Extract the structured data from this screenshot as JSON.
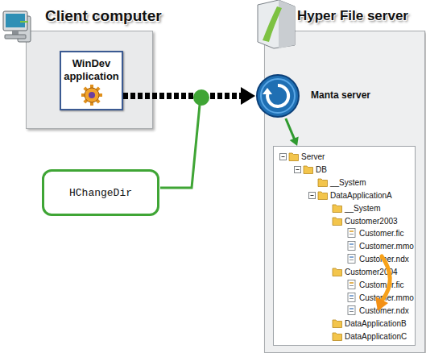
{
  "diagram": {
    "nodes": [
      {
        "text": [
          "Client computer"
        ]
      },
      {
        "text": [
          "WinDev application"
        ],
        "in": 0
      },
      {
        "text": [
          "HChangeDir"
        ]
      },
      {
        "text": [
          "Hyper File server"
        ]
      },
      {
        "text": [
          "Manta server"
        ],
        "in": 3
      },
      {
        "text": [
          "Server",
          "DB",
          "__System",
          "DataApplicationA",
          "__System",
          "Customer2003",
          "Customer.fic",
          "Customer.mmo",
          "Customer.ndx",
          "Customer2004",
          "Customer.fic",
          "Customer.mmo",
          "Customer.ndx",
          "DataApplicationB",
          "DataApplicationC"
        ],
        "in": 3
      }
    ],
    "edges": [
      {
        "from": 1,
        "to": 4,
        "arrow": "to"
      },
      {
        "from": 4,
        "to": 5,
        "arrow": "to"
      }
    ]
  }
}
